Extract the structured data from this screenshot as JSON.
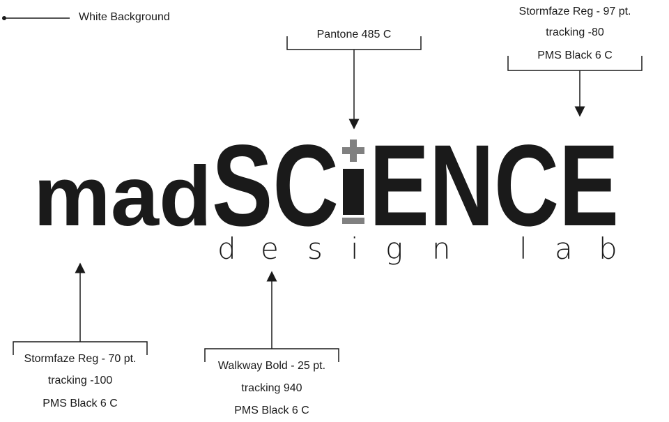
{
  "logo": {
    "word_small": "mad",
    "word_large_part1": "SC",
    "word_large_part2": "ENCE",
    "tagline_letters": [
      "d",
      "e",
      "s",
      "i",
      "g",
      "n",
      "l",
      "a",
      "b"
    ],
    "ink_color": "#1a1a1a",
    "accent_color": "#808080"
  },
  "annotations": {
    "background": "White Background",
    "pantone": "Pantone 485 C",
    "science": {
      "line1": "Stormfaze Reg - 97 pt.",
      "line2": "tracking -80",
      "line3": "PMS Black 6 C"
    },
    "mad": {
      "line1": "Stormfaze Reg - 70 pt.",
      "line2": "tracking -100",
      "line3": "PMS Black 6 C"
    },
    "tagline": {
      "line1": "Walkway Bold - 25 pt.",
      "line2": "tracking 940",
      "line3": "PMS Black 6 C"
    }
  }
}
